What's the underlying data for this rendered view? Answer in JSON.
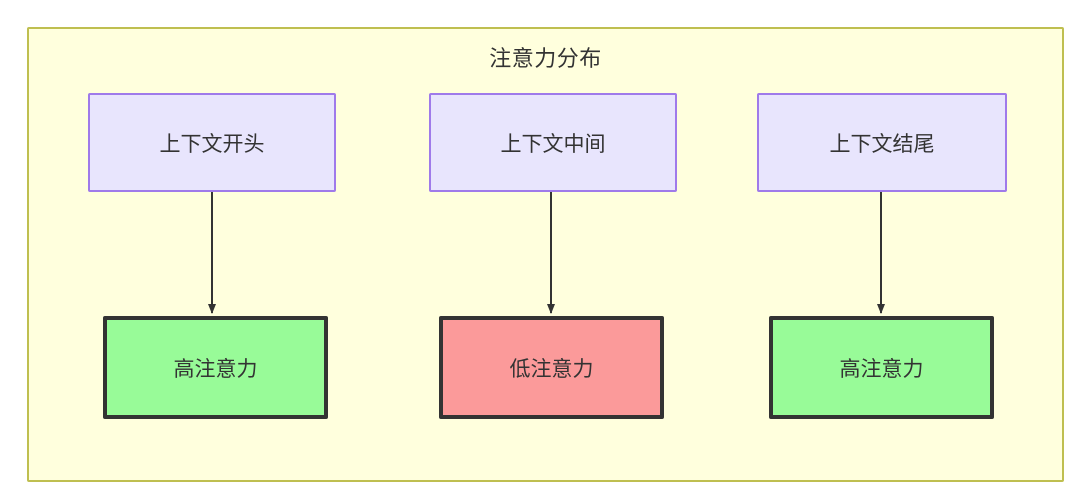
{
  "diagram": {
    "title": "注意力分布",
    "container": {
      "fill": "#ffffdd",
      "stroke": "#bfbf50"
    },
    "nodes": {
      "top": [
        {
          "id": "context-start",
          "label": "上下文开头",
          "fill": "#e8e5fd",
          "stroke": "#9f7aea"
        },
        {
          "id": "context-middle",
          "label": "上下文中间",
          "fill": "#e8e5fd",
          "stroke": "#9f7aea"
        },
        {
          "id": "context-end",
          "label": "上下文结尾",
          "fill": "#e8e5fd",
          "stroke": "#9f7aea"
        }
      ],
      "bottom": [
        {
          "id": "high-attention-start",
          "label": "高注意力",
          "fill": "#98fb98",
          "stroke": "#333333"
        },
        {
          "id": "low-attention-middle",
          "label": "低注意力",
          "fill": "#fb9a9a",
          "stroke": "#333333"
        },
        {
          "id": "high-attention-end",
          "label": "高注意力",
          "fill": "#98fb98",
          "stroke": "#333333"
        }
      ]
    },
    "edges": [
      {
        "from": "context-start",
        "to": "high-attention-start",
        "label": ""
      },
      {
        "from": "context-middle",
        "to": "low-attention-middle",
        "label": ""
      },
      {
        "from": "context-end",
        "to": "high-attention-end",
        "label": ""
      }
    ],
    "edge_style": {
      "stroke": "#333333",
      "arrowhead": "solid-triangle"
    }
  }
}
